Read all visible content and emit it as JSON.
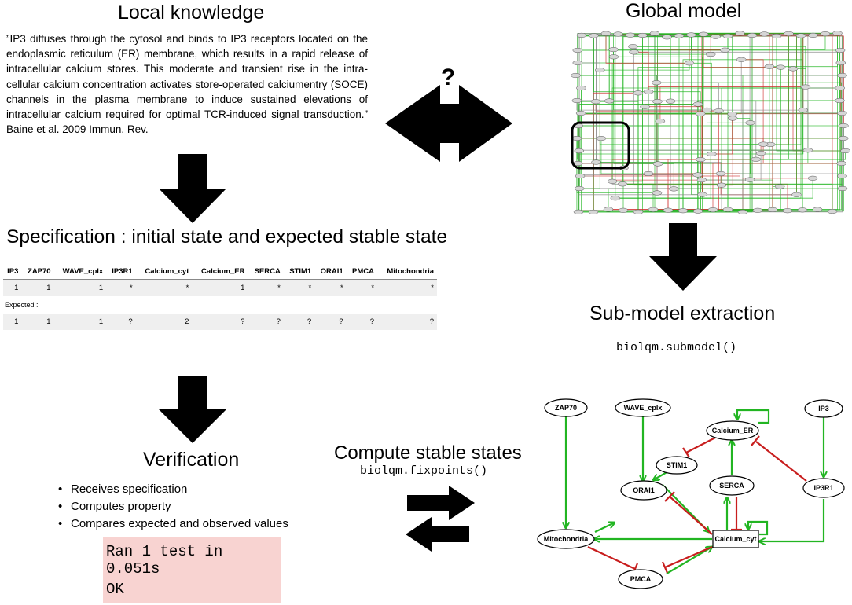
{
  "local_knowledge": {
    "title": "Local knowledge",
    "quote": "”IP3 diffuses through the cytosol and binds to IP3 receptors located on the endoplasmic reticulum (ER) membrane, which results in a rapid release of intracellular calcium stores. This moderate and transient rise in the intra-cellular calcium concentration activates store-operated calciumentry (SOCE) channels in the plasma membrane to induce sustained elevations of intracellular calcium required for optimal TCR-induced signal transduction.” Baine et al. 2009 Immun. Rev."
  },
  "global_model": {
    "title": "Global model"
  },
  "question_mark": "?",
  "specification": {
    "title": "Specification : initial state and expected stable state",
    "columns": [
      "IP3",
      "ZAP70",
      "WAVE_cplx",
      "IP3R1",
      "Calcium_cyt",
      "Calcium_ER",
      "SERCA",
      "STIM1",
      "ORAI1",
      "PMCA",
      "Mitochondria"
    ],
    "initial": [
      "1",
      "1",
      "1",
      "*",
      "*",
      "1",
      "*",
      "*",
      "*",
      "*",
      "*"
    ],
    "expected_label": "Expected :",
    "expected": [
      "1",
      "1",
      "1",
      "?",
      "2",
      "?",
      "?",
      "?",
      "?",
      "?",
      "?"
    ]
  },
  "submodel": {
    "title": "Sub-model extraction",
    "code": "biolqm.submodel()"
  },
  "compute": {
    "title": "Compute stable states",
    "code": "biolqm.fixpoints()"
  },
  "verification": {
    "title": "Verification",
    "bullets": [
      "Receives specification",
      "Computes property",
      "Compares expected and observed values"
    ],
    "console_line1": "Ran 1 test in 0.051s",
    "console_line2": "OK"
  },
  "network_nodes": {
    "zap70": "ZAP70",
    "wave": "WAVE_cplx",
    "ip3": "IP3",
    "calcium_er": "Calcium_ER",
    "stim1": "STIM1",
    "serca": "SERCA",
    "ip3r1": "IP3R1",
    "orai1": "ORAI1",
    "calcium_cyt": "Calcium_cyt",
    "mitochondria": "Mitochondria",
    "pmca": "PMCA"
  },
  "colors": {
    "activation": "#22b522",
    "inhibition": "#c81e1e",
    "console_bg": "#f8d3d1",
    "arrow": "#000000"
  }
}
